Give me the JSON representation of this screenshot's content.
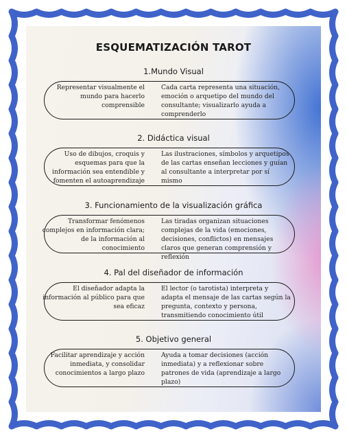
{
  "title": "ESQUEMATIZACIÓN TAROT",
  "sections": [
    {
      "heading": "1.Mundo Visual",
      "left": "Representar visualmente el mundo para hacerlo comprensible",
      "right": "Cada carta representa una situación, emoción o arquetipo del mundo del consultante; visualizarlo ayuda a comprenderlo"
    },
    {
      "heading": "2. Didáctica visual",
      "left": "Uso de dibujos, croquis y esquemas para que la información sea entendible y fomenten el autoaprendizaje",
      "right": "Las ilustraciones, símbolos y arquetipos de las cartas enseñan lecciones y guían al consultante a interpretar por sí mismo"
    },
    {
      "heading": "3. Funcionamiento de la visualización gráfica",
      "left": "Transformar fenómenos complejos en información clara; de la información al conocimiento",
      "right": "Las tiradas organizan situaciones complejas de la vida (emociones, decisiones, conflictos) en mensajes claros que generan comprensión y reflexión"
    },
    {
      "heading": "4. Pal del diseñador de información",
      "left": "El diseñador adapta la información al público para que sea eficaz",
      "right": "El lector (o tarotista) interpreta y adapta el mensaje de las cartas según la pregunta, contexto y persona, transmitiendo conocimiento útil"
    },
    {
      "heading": "5. Objetivo general",
      "left": "Facilitar aprendizaje y acción inmediata, y consolidar conocimientos a largo plazo",
      "right": "Ayuda a tomar decisiones (acción inmediata) y a reflexionar sobre patrones de vida (aprendizaje a largo plazo)"
    }
  ],
  "colors": {
    "stamp_border": "#3f63c9",
    "ink": "#1a1a1a"
  }
}
